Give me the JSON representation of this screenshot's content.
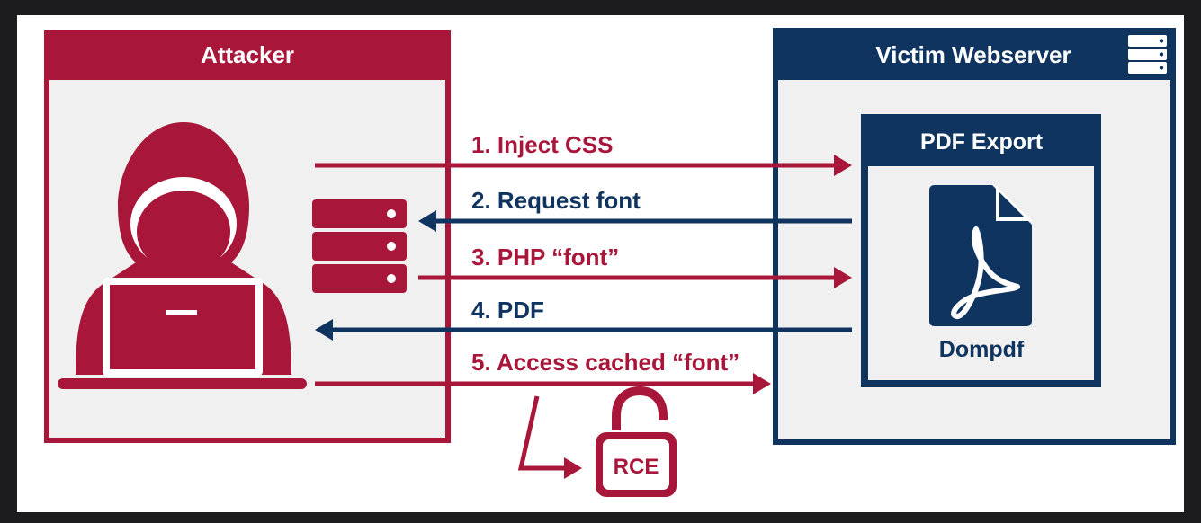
{
  "attacker": {
    "title": "Attacker"
  },
  "victim": {
    "title": "Victim Webserver",
    "pdf_export": {
      "title": "PDF Export",
      "library": "Dompdf"
    }
  },
  "steps": [
    {
      "label": "1. Inject CSS",
      "color": "#a8173a"
    },
    {
      "label": "2. Request font",
      "color": "#0f3460"
    },
    {
      "label": "3. PHP “font”",
      "color": "#a8173a"
    },
    {
      "label": "4. PDF",
      "color": "#0f3460"
    },
    {
      "label": "5. Access cached “font”",
      "color": "#a8173a"
    }
  ],
  "result": {
    "label": "RCE"
  },
  "icons": {
    "attacker": "hooded-hacker-icon",
    "server": "server-stack-icon",
    "pdf": "pdf-document-icon",
    "lock": "unlocked-padlock-icon"
  },
  "colors": {
    "red": "#a8173a",
    "navy": "#0f3460",
    "panel": "#f0f0f0"
  }
}
